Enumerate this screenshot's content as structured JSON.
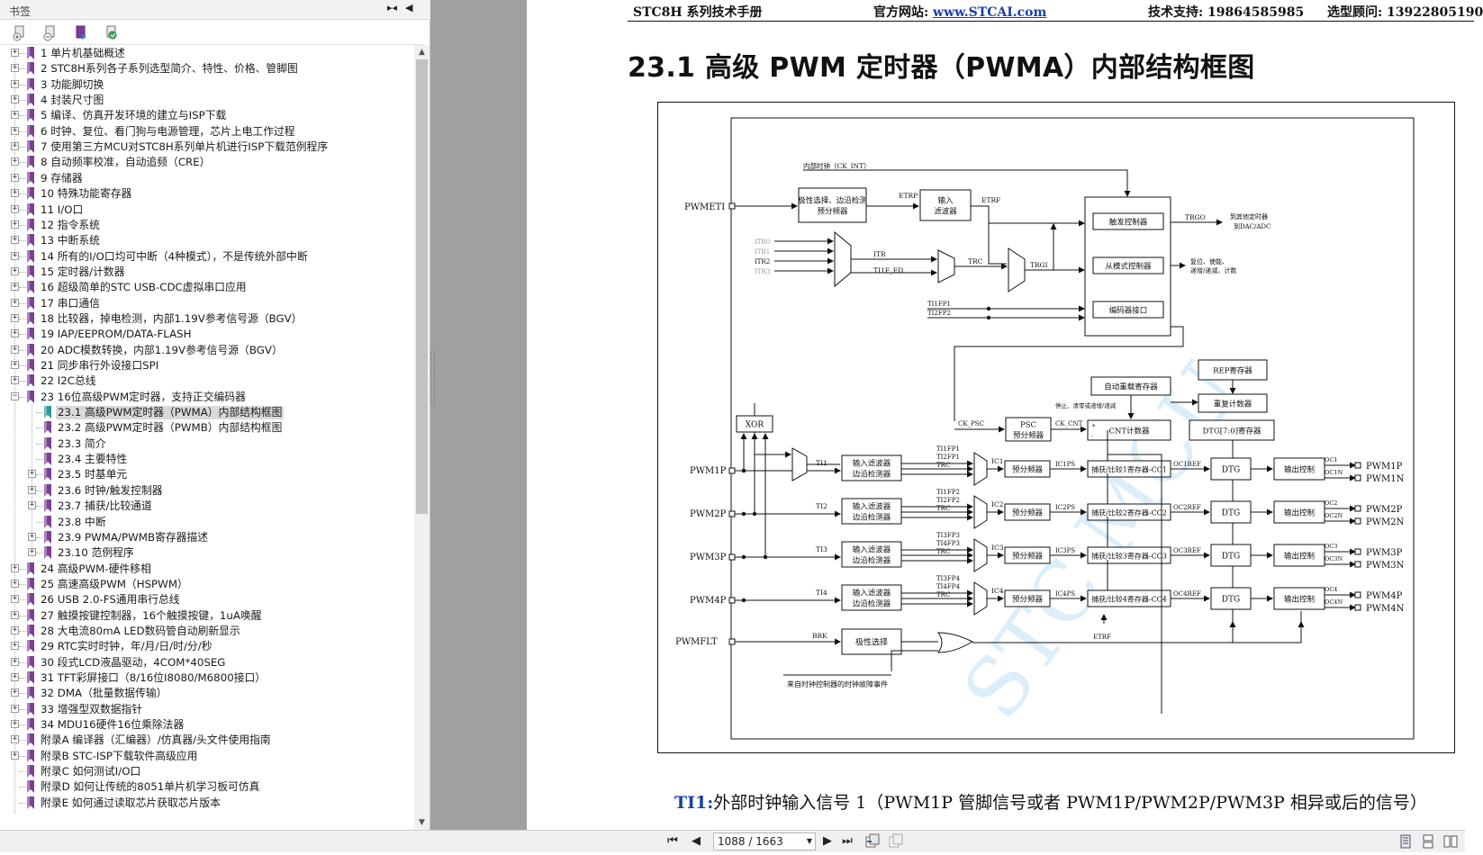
{
  "bookmarks_panel": {
    "title": "书签",
    "items": [
      {
        "label": "1 单片机基础概述",
        "expand": "+",
        "level": 0
      },
      {
        "label": "2  STC8H系列各子系列选型简介、特性、价格、管脚图",
        "expand": "+",
        "level": 0
      },
      {
        "label": "3  功能脚切换",
        "expand": "+",
        "level": 0
      },
      {
        "label": "4  封装尺寸图",
        "expand": "+",
        "level": 0
      },
      {
        "label": "5  编译、仿真开发环境的建立与ISP下载",
        "expand": "+",
        "level": 0
      },
      {
        "label": "6  时钟、复位、看门狗与电源管理，芯片上电工作过程",
        "expand": "+",
        "level": 0
      },
      {
        "label": "7  使用第三方MCU对STC8H系列单片机进行ISP下载范例程序",
        "expand": "+",
        "level": 0
      },
      {
        "label": "8  自动频率校准，自动追频（CRE）",
        "expand": "+",
        "level": 0
      },
      {
        "label": "9  存储器",
        "expand": "+",
        "level": 0
      },
      {
        "label": "10  特殊功能寄存器",
        "expand": "+",
        "level": 0
      },
      {
        "label": "11  I/O口",
        "expand": "+",
        "level": 0
      },
      {
        "label": "12  指令系统",
        "expand": "+",
        "level": 0
      },
      {
        "label": "13  中断系统",
        "expand": "+",
        "level": 0
      },
      {
        "label": "14  所有的I/O口均可中断（4种模式），不是传统外部中断",
        "expand": "+",
        "level": 0
      },
      {
        "label": "15  定时器/计数器",
        "expand": "+",
        "level": 0
      },
      {
        "label": "16  超级简单的STC USB-CDC虚拟串口应用",
        "expand": "+",
        "level": 0
      },
      {
        "label": "17  串口通信",
        "expand": "+",
        "level": 0
      },
      {
        "label": "18  比较器，掉电检测，内部1.19V参考信号源（BGV）",
        "expand": "+",
        "level": 0
      },
      {
        "label": "19  IAP/EEPROM/DATA-FLASH",
        "expand": "+",
        "level": 0
      },
      {
        "label": "20  ADC模数转换，内部1.19V参考信号源（BGV）",
        "expand": "+",
        "level": 0
      },
      {
        "label": "21  同步串行外设接口SPI",
        "expand": "+",
        "level": 0
      },
      {
        "label": "22  I2C总线",
        "expand": "+",
        "level": 0
      },
      {
        "label": "23  16位高级PWM定时器，支持正交编码器",
        "expand": "−",
        "level": 0
      },
      {
        "label": "23.1  高级PWM定时器（PWMA）内部结构框图",
        "expand": "",
        "level": 1,
        "selected": true
      },
      {
        "label": "23.2  高级PWM定时器（PWMB）内部结构框图",
        "expand": "",
        "level": 1
      },
      {
        "label": "23.3  简介",
        "expand": "",
        "level": 1
      },
      {
        "label": "23.4  主要特性",
        "expand": "",
        "level": 1
      },
      {
        "label": "23.5  时基单元",
        "expand": "+",
        "level": 1
      },
      {
        "label": "23.6 时钟/触发控制器",
        "expand": "+",
        "level": 1
      },
      {
        "label": "23.7 捕获/比较通道",
        "expand": "+",
        "level": 1
      },
      {
        "label": "23.8  中断",
        "expand": "",
        "level": 1
      },
      {
        "label": "23.9  PWMA/PWMB寄存器描述",
        "expand": "+",
        "level": 1
      },
      {
        "label": "23.10  范例程序",
        "expand": "+",
        "level": 1
      },
      {
        "label": "24  高级PWM-硬件移相",
        "expand": "+",
        "level": 0
      },
      {
        "label": "25  高速高级PWM（HSPWM）",
        "expand": "+",
        "level": 0
      },
      {
        "label": "26  USB 2.0-FS通用串行总线",
        "expand": "+",
        "level": 0
      },
      {
        "label": "27  触摸按键控制器，16个触摸按键，1uA唤醒",
        "expand": "+",
        "level": 0
      },
      {
        "label": "28  大电流80mA  LED数码管自动刷新显示",
        "expand": "+",
        "level": 0
      },
      {
        "label": "29  RTC实时时钟，年/月/日/时/分/秒",
        "expand": "+",
        "level": 0
      },
      {
        "label": "30  段式LCD液晶驱动，4COM*40SEG",
        "expand": "+",
        "level": 0
      },
      {
        "label": "31  TFT彩屏接口（8/16位I8080/M6800接口）",
        "expand": "+",
        "level": 0
      },
      {
        "label": "32  DMA（批量数据传输）",
        "expand": "+",
        "level": 0
      },
      {
        "label": "33  增强型双数据指针",
        "expand": "+",
        "level": 0
      },
      {
        "label": "34  MDU16硬件16位乘除法器",
        "expand": "+",
        "level": 0
      },
      {
        "label": "附录A  编译器（汇编器）/仿真器/头文件使用指南",
        "expand": "+",
        "level": 0
      },
      {
        "label": "附录B  STC-ISP下载软件高级应用",
        "expand": "+",
        "level": 0
      },
      {
        "label": "附录C  如何测试I/O口",
        "expand": "",
        "level": 0
      },
      {
        "label": "附录D  如何让传统的8051单片机学习板可仿真",
        "expand": "",
        "level": 0
      },
      {
        "label": "附录E  如何通过读取芯片获取芯片版本",
        "expand": "",
        "level": 0
      }
    ]
  },
  "page": {
    "header": {
      "manual": "STC8H 系列技术手册",
      "site_label": "官方网站:",
      "site_link": "www.STCAI.com",
      "support": "技术支持: 19864585985",
      "advisor": "选型顾问: 13922805190"
    },
    "section_title": "23.1   高级 PWM 定时器（PWMA）内部结构框图",
    "ti1_term": "TI1:",
    "ti1_text": "外部时钟输入信号 1（PWM1P 管脚信号或者 PWM1P/PWM2P/PWM3P 相异或后的信号）"
  },
  "diagram": {
    "ck_int": "内部时钟（CK_INT）",
    "pwmeti": "PWMETI",
    "polarity_block": [
      "极性选择、边沿检测",
      "预分频器"
    ],
    "etrp": "ETRP",
    "input_filter": [
      "输入",
      "滤波器"
    ],
    "etrf": "ETRF",
    "trigger_ctrl": "触发控制器",
    "slave_ctrl": "从模式控制器",
    "encoder_if": "编码器接口",
    "trgo": "TRGO",
    "trgo_dest": [
      "到其他定时器",
      "到DAC/ADC"
    ],
    "reset_note": [
      "复位、使能、",
      "递增/递减、计数"
    ],
    "itr": [
      "ITR0",
      "ITR1",
      "ITR2",
      "ITR3"
    ],
    "itr_label": "ITR",
    "ti1f_ed": "TI1F_ED",
    "trc": "TRC",
    "trgi": "TRGI",
    "ti1fp1": "TI1FP1",
    "ti2fp2": "TI2FP2",
    "auto_reload": "自动重载寄存器",
    "rep_reg": "REP寄存器",
    "rep_counter": "重复计数器",
    "stop_note": "停止、清零或递增/递减",
    "ck_psc": "CK_PSC",
    "psc": [
      "PSC",
      "预分频器"
    ],
    "ck_cnt": "CK_CNT",
    "cnt": "CNT计数器",
    "dtg_reg": "DTG[7:0]寄存器",
    "xor": "XOR",
    "channels": [
      {
        "pin": "PWM1P",
        "ti": "TI1",
        "filt": [
          "输入滤波器",
          "边沿检测器"
        ],
        "fp": [
          "TI1FP1",
          "TI2FP1",
          "TRC"
        ],
        "ic": "IC1",
        "presc": "预分频器",
        "icps": "IC1PS",
        "ccr": "捕获/比较1寄存器-CC1",
        "ref": "OC1REF",
        "dtg": "DTG",
        "out": "输出控制",
        "oc": [
          "OC1",
          "OC1N"
        ],
        "pins": [
          "PWM1P",
          "PWM1N"
        ]
      },
      {
        "pin": "PWM2P",
        "ti": "TI2",
        "filt": [
          "输入滤波器",
          "边沿检测器"
        ],
        "fp": [
          "TI1FP2",
          "TI2FP2",
          "TRC"
        ],
        "ic": "IC2",
        "presc": "预分频器",
        "icps": "IC2PS",
        "ccr": "捕获/比较2寄存器-CC2",
        "ref": "OC2REF",
        "dtg": "DTG",
        "out": "输出控制",
        "oc": [
          "OC2",
          "OC2N"
        ],
        "pins": [
          "PWM2P",
          "PWM2N"
        ]
      },
      {
        "pin": "PWM3P",
        "ti": "TI3",
        "filt": [
          "输入滤波器",
          "边沿检测器"
        ],
        "fp": [
          "TI3FP3",
          "TI4FP3",
          "TRC"
        ],
        "ic": "IC3",
        "presc": "预分频器",
        "icps": "IC3PS",
        "ccr": "捕获/比较3寄存器-CC3",
        "ref": "OC3REF",
        "dtg": "DTG",
        "out": "输出控制",
        "oc": [
          "OC3",
          "OC3N"
        ],
        "pins": [
          "PWM3P",
          "PWM3N"
        ]
      },
      {
        "pin": "PWM4P",
        "ti": "TI4",
        "filt": [
          "输入滤波器",
          "边沿检测器"
        ],
        "fp": [
          "TI3FP4",
          "TI4FP4",
          "TRC"
        ],
        "ic": "IC4",
        "presc": "预分频器",
        "icps": "IC4PS",
        "ccr": "捕获/比较4寄存器-CC4",
        "ref": "OC4REF",
        "dtg": "DTG",
        "out": "输出控制",
        "oc": [
          "OC4",
          "OC4N"
        ],
        "pins": [
          "PWM4P",
          "PWM4N"
        ]
      }
    ],
    "etrf_bottom": "ETRF",
    "pwmflt": "PWMFLT",
    "brk": "BRK",
    "polarity_sel": "极性选择",
    "clock_fault": "来自时钟控制器的时钟故障事件",
    "watermark": "STC MCU"
  },
  "bottombar": {
    "page_indicator": "1088 / 1663"
  }
}
